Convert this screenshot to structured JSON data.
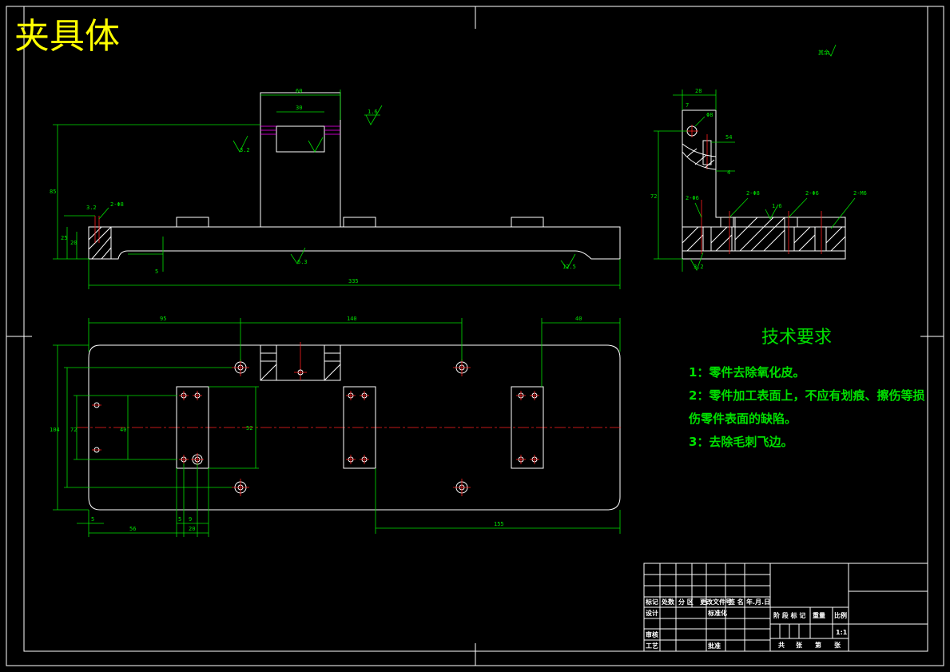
{
  "title": "夹具体",
  "corner_note": "其余",
  "tech_requirements": {
    "heading": "技术要求",
    "items": [
      "1：零件去除氧化皮。",
      "2：零件加工表面上，不应有划痕、擦伤等损",
      "伤零件表面的缺陷。",
      "3：去除毛刺飞边。"
    ]
  },
  "dimensions": {
    "front_top_width": "60",
    "front_inner_width": "30",
    "overall_length": "335",
    "overall_height": "85",
    "left_height_a": "25",
    "left_height_b": "20",
    "small_offset": "5",
    "roughness_a": "6.3",
    "roughness_b": "3.2",
    "roughness_c": "12.5",
    "flatness": "1.6",
    "hole_note_left": "2-Φ8",
    "plan_dim_left": "95",
    "plan_dim_mid": "140",
    "plan_dim_right": "40",
    "plan_height": "104",
    "plan_dim_bottom": "155",
    "plan_dim_56": "56",
    "plan_dim_5": "5",
    "plan_dim_9": "9",
    "plan_dim_20": "20",
    "plan_dim_5b": "5",
    "plan_dim_52": "52",
    "side_width": "28",
    "side_height": "72",
    "side_hole": "Φ8",
    "side_note_a": "2-Φ6",
    "side_note_b": "2-Φ6",
    "side_note_c": "2-Φ8",
    "side_note_d": "2-M6",
    "side_dim_4": "4",
    "side_dim_54": "54",
    "side_dim_7": "7"
  },
  "title_block": {
    "header_row": [
      "标记",
      "处数",
      "分 区",
      "更改文件号",
      "签 名",
      "年.月.日"
    ],
    "row_design": [
      "设计",
      "",
      "",
      "标准化"
    ],
    "row_check": [
      "审核"
    ],
    "row_process": [
      "工艺",
      "",
      "",
      "批准"
    ],
    "stage_labels": [
      "阶 段 标 记",
      "重量",
      "比例"
    ],
    "scale": "1:1",
    "sheet_labels": [
      "共",
      "张",
      "第",
      "张"
    ]
  }
}
